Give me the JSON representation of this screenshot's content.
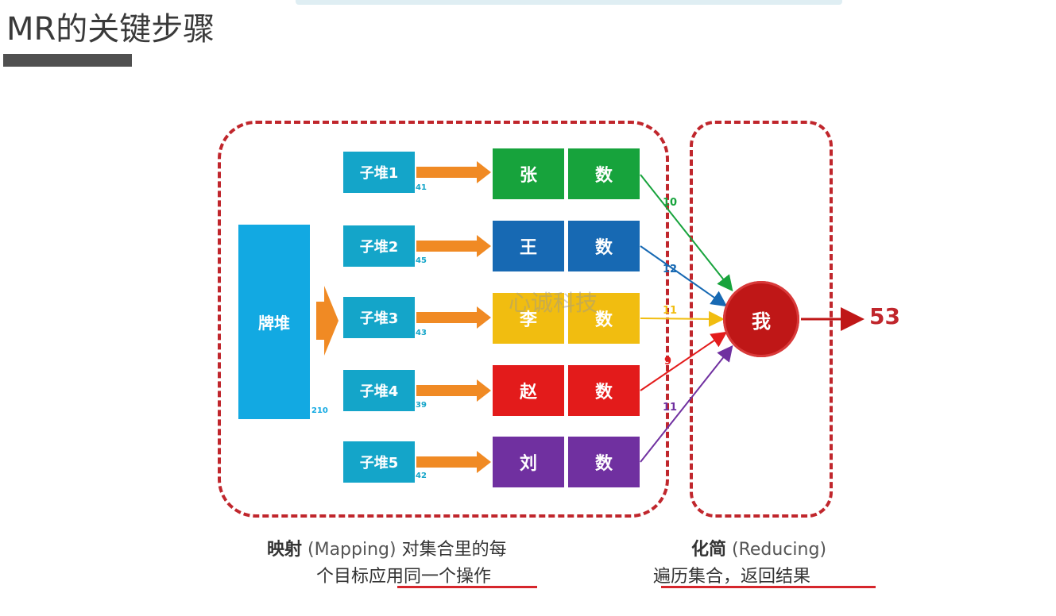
{
  "page": {
    "title": "MR的关键步骤"
  },
  "diagram": {
    "pile": {
      "label": "牌堆",
      "count": "210"
    },
    "piles": [
      {
        "label": "子堆1",
        "count": "41",
        "person": "张",
        "action": "数",
        "color": "#17a33c",
        "edge_label": "10",
        "edge_color": "#17a33c"
      },
      {
        "label": "子堆2",
        "count": "45",
        "person": "王",
        "action": "数",
        "color": "#1769b3",
        "edge_label": "12",
        "edge_color": "#1769b3"
      },
      {
        "label": "子堆3",
        "count": "43",
        "person": "李",
        "action": "数",
        "color": "#f1bd10",
        "edge_label": "11",
        "edge_color": "#f1bd10"
      },
      {
        "label": "子堆4",
        "count": "39",
        "person": "赵",
        "action": "数",
        "color": "#e31b1b",
        "edge_label": "9",
        "edge_color": "#e31b1b"
      },
      {
        "label": "子堆5",
        "count": "42",
        "person": "刘",
        "action": "数",
        "color": "#7030a0",
        "edge_label": "11",
        "edge_color": "#7030a0"
      }
    ],
    "reducer": {
      "label": "我",
      "result": "53"
    },
    "watermark": "心诚科技",
    "colors": {
      "region_border": "#c0262c",
      "arrow": "#f08a24",
      "pile": "#12a9e2",
      "sub_pile": "#14a5c9",
      "reducer": "#bf1717"
    }
  },
  "captions": {
    "mapping": {
      "title": "映射",
      "english": "(Mapping)",
      "line1_rest": "对集合里的每",
      "line2": "个目标应用同一个操作"
    },
    "reducing": {
      "title": "化简",
      "english": "(Reducing)",
      "line2": "遍历集合，返回结果"
    }
  }
}
